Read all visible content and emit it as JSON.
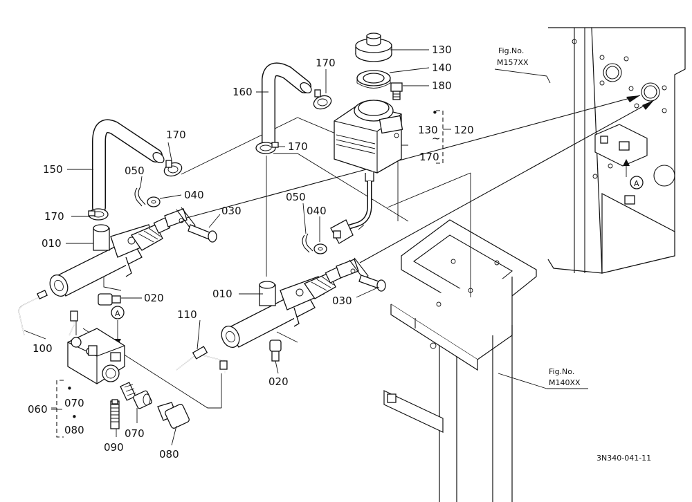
{
  "diagram": {
    "doc_id": "3N340-041-11",
    "fig_refs": [
      "Fig.No.",
      "M157XX",
      "Fig.No.",
      "M140XX"
    ],
    "ref_marker": "A",
    "dots": [
      "•",
      "•",
      "•"
    ],
    "range_tilde": "~",
    "parts": {
      "p010a": "010",
      "p010b": "010",
      "p020a": "020",
      "p020b": "020",
      "p030a": "030",
      "p030b": "030",
      "p040a": "040",
      "p040b": "040",
      "p050a": "050",
      "p050b": "050",
      "p060": "060",
      "p070a": "070",
      "p070b": "070",
      "p080a": "080",
      "p080b": "080",
      "p090": "090",
      "p100": "100",
      "p110": "110",
      "p120": "120",
      "p130a": "130",
      "p130b": "130",
      "p140": "140",
      "p150": "150",
      "p160": "160",
      "p170a": "170",
      "p170b": "170",
      "p170c": "170",
      "p170d": "170",
      "p170e": "170",
      "p180": "180"
    }
  }
}
